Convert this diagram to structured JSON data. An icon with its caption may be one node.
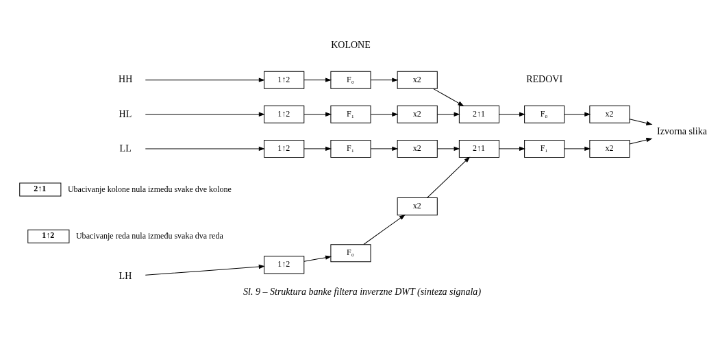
{
  "diagram": {
    "caption": "Sl. 9 – Struktura banke filtera inverzne DWT (sinteza signala)",
    "nodes": [
      {
        "text": [
          "HH"
        ]
      },
      {
        "text": [
          "1↑2"
        ]
      },
      {
        "text": [
          "F₀"
        ]
      },
      {
        "text": [
          "x2"
        ]
      },
      {
        "text": [
          "HL"
        ]
      },
      {
        "text": [
          "1↑2"
        ]
      },
      {
        "text": [
          "F₁"
        ]
      },
      {
        "text": [
          "x2"
        ]
      },
      {
        "text": [
          "LH"
        ]
      },
      {
        "text": [
          "1↑2"
        ]
      },
      {
        "text": [
          "F₀"
        ]
      },
      {
        "text": [
          "x2"
        ]
      },
      {
        "text": [
          "LL"
        ]
      },
      {
        "text": [
          "1↑2"
        ]
      },
      {
        "text": [
          "F₁"
        ]
      },
      {
        "text": [
          "x2"
        ]
      },
      {
        "text": [
          "2↑1"
        ]
      },
      {
        "text": [
          "F₀"
        ]
      },
      {
        "text": [
          "x2"
        ]
      },
      {
        "text": [
          "2↑1"
        ]
      },
      {
        "text": [
          "F₁"
        ]
      },
      {
        "text": [
          "x2"
        ]
      },
      {
        "text": [
          "Izvorna slika"
        ]
      },
      {
        "text": [
          "2↑1"
        ],
        "beside": [
          "Ubacivanje kolone nula između svake dve kolone"
        ]
      },
      {
        "text": [
          "1↑2"
        ],
        "beside": [
          "Ubacivanje reda nula između svaka dva reda"
        ]
      }
    ],
    "edges": [
      {
        "from": 0,
        "to": 1,
        "arrow": "to"
      },
      {
        "from": 1,
        "to": 2,
        "arrow": "to"
      },
      {
        "from": 2,
        "to": 3,
        "arrow": "to"
      },
      {
        "from": 4,
        "to": 5,
        "arrow": "to"
      },
      {
        "from": 5,
        "to": 6,
        "arrow": "to"
      },
      {
        "from": 6,
        "to": 7,
        "arrow": "to"
      },
      {
        "from": 8,
        "to": 9,
        "arrow": "to"
      },
      {
        "from": 9,
        "to": 10,
        "arrow": "to"
      },
      {
        "from": 10,
        "to": 11,
        "arrow": "to"
      },
      {
        "from": 12,
        "to": 13,
        "arrow": "to"
      },
      {
        "from": 13,
        "to": 14,
        "arrow": "to"
      },
      {
        "from": 14,
        "to": 15,
        "arrow": "to"
      },
      {
        "from": 3,
        "to": 16,
        "arrow": "to"
      },
      {
        "from": 7,
        "to": 16,
        "arrow": "to"
      },
      {
        "from": 11,
        "to": 19,
        "arrow": "to"
      },
      {
        "from": 15,
        "to": 19,
        "arrow": "to"
      },
      {
        "from": 16,
        "to": 17,
        "arrow": "to"
      },
      {
        "from": 17,
        "to": 18,
        "arrow": "to"
      },
      {
        "from": 19,
        "to": 20,
        "arrow": "to"
      },
      {
        "from": 20,
        "to": 21,
        "arrow": "to"
      },
      {
        "from": 18,
        "to": 22,
        "arrow": "to"
      },
      {
        "from": 21,
        "to": 22,
        "arrow": "to"
      }
    ],
    "labels": [
      "KOLONE",
      "REDOVI"
    ]
  }
}
